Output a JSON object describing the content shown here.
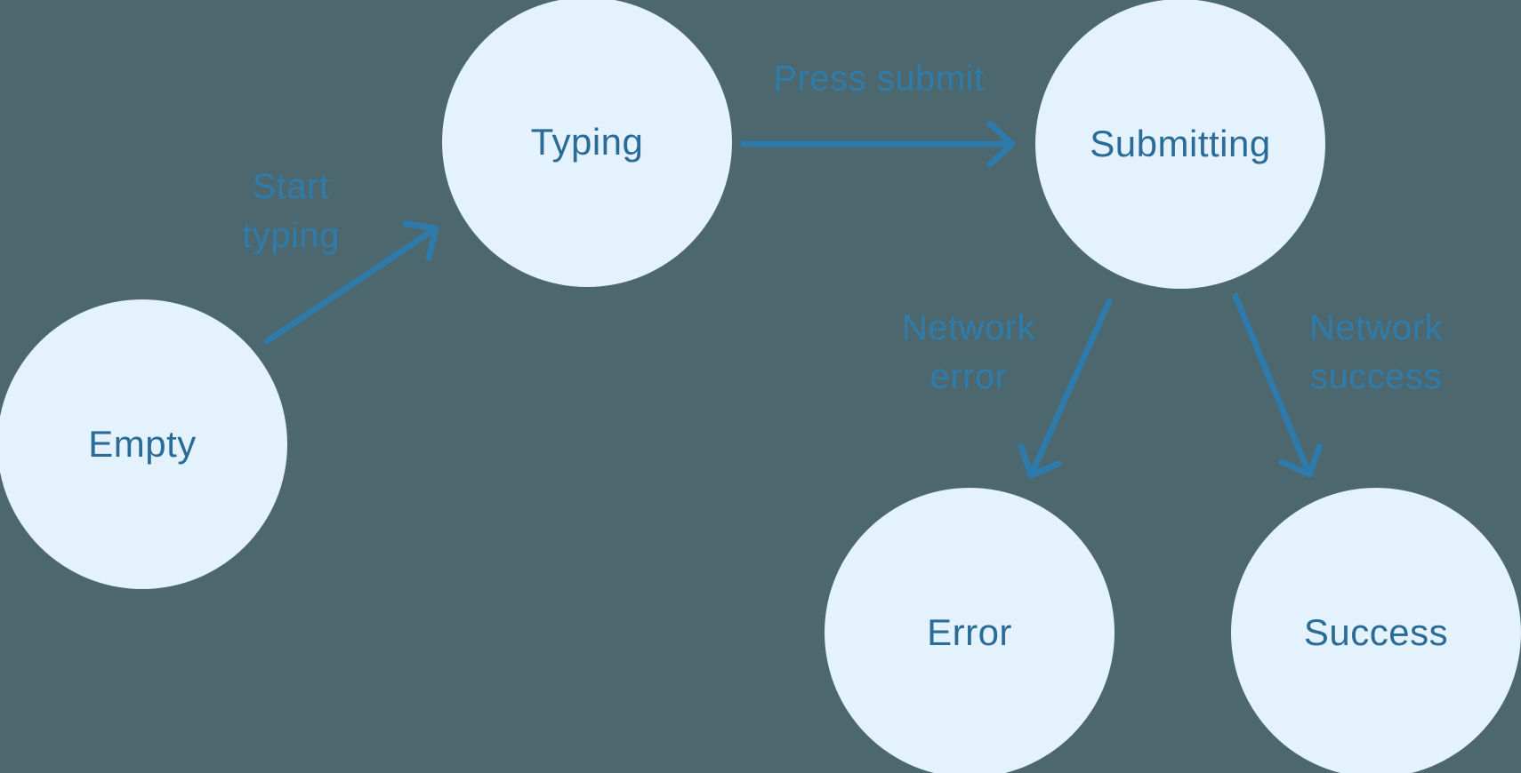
{
  "diagram": {
    "kind": "state-machine",
    "nodes": [
      {
        "id": "empty",
        "label": "Empty"
      },
      {
        "id": "typing",
        "label": "Typing"
      },
      {
        "id": "submitting",
        "label": "Submitting"
      },
      {
        "id": "error",
        "label": "Error"
      },
      {
        "id": "success",
        "label": "Success"
      }
    ],
    "edges": [
      {
        "from": "empty",
        "to": "typing",
        "label": "Start typing"
      },
      {
        "from": "typing",
        "to": "submitting",
        "label": "Press submit"
      },
      {
        "from": "submitting",
        "to": "error",
        "label": "Network error"
      },
      {
        "from": "submitting",
        "to": "success",
        "label": "Network success"
      }
    ],
    "colors": {
      "background": "#4c676d",
      "node_fill": "#e3f2fd",
      "node_text": "#2a6b97",
      "arrow": "#2e7aab",
      "edge_label_text": "#2f7cab"
    }
  }
}
